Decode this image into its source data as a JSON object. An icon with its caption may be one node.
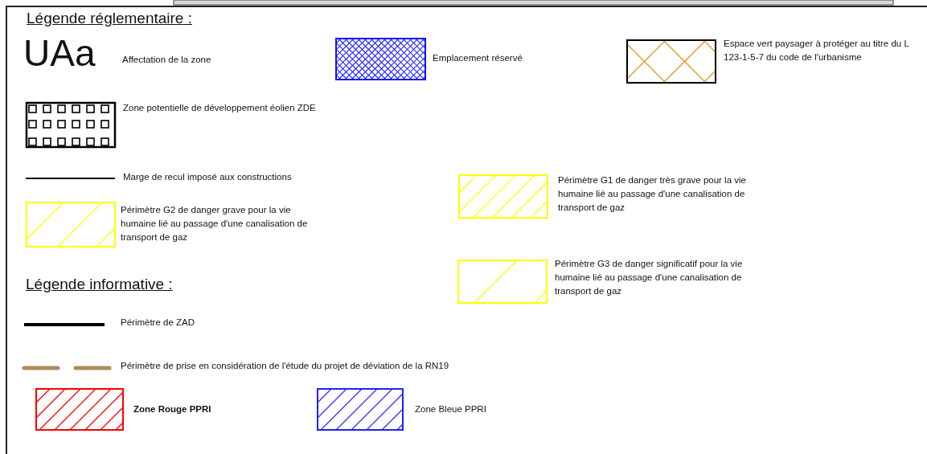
{
  "diagram": {
    "labels": [
      "Légende réglementaire :",
      "UAa",
      "Légende informative :"
    ],
    "legend": [
      {
        "text": "Affectation de la zone"
      },
      {
        "text": "Emplacement réservé"
      },
      {
        "text": "Espace vert paysager à protéger au titre du L 123-1-5-7 du code de l'urbanisme"
      },
      {
        "text": "Zone potentielle de développement éolien ZDE"
      },
      {
        "text": "Marge de recul imposé aux constructions"
      },
      {
        "text": "Périmètre G1 de danger très grave pour la vie humaine lié au passage d'une canalisation de transport de gaz"
      },
      {
        "text": "Périmètre G2 de danger grave pour la vie humaine lié au passage d'une canalisation de transport de gaz"
      },
      {
        "text": "Périmètre G3 de danger significatif pour la vie humaine lié au passage d'une canalisation de transport de gaz"
      },
      {
        "text": "Périmètre de ZAD"
      },
      {
        "text": "Périmètre de prise en considération de l'étude du projet de déviation de la RN19"
      },
      {
        "text": "Zone Rouge PPRI"
      },
      {
        "text": "Zone Bleue PPRI"
      }
    ]
  }
}
